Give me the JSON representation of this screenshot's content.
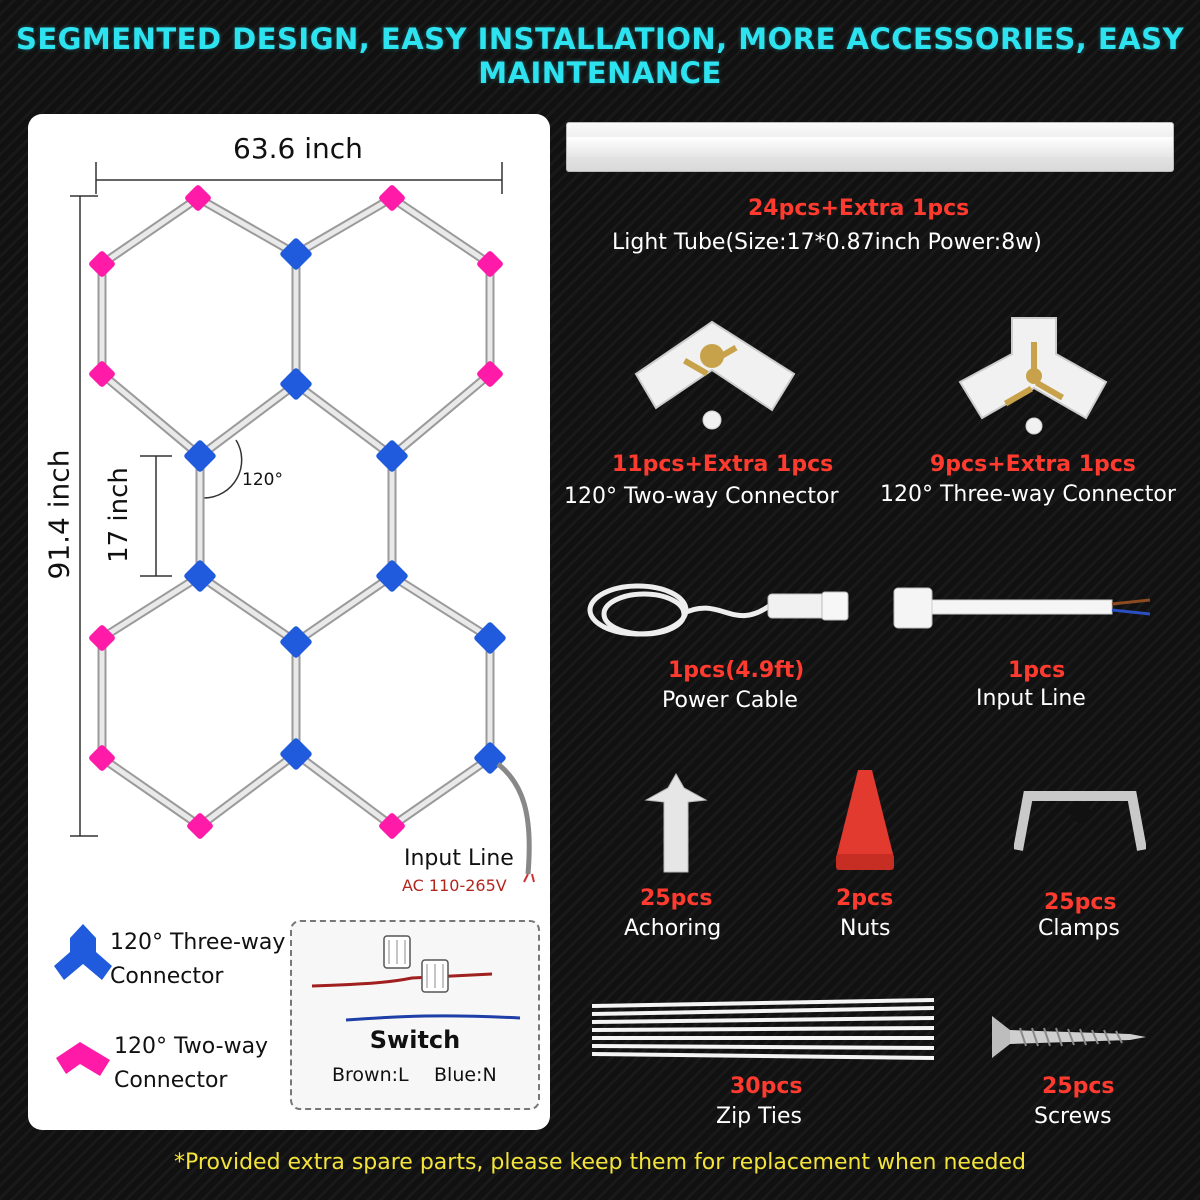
{
  "headline": "SEGMENTED DESIGN, EASY INSTALLATION, MORE ACCESSORIES, EASY MAINTENANCE",
  "footer": "*Provided extra spare parts, please keep them for replacement when needed",
  "diagram": {
    "width_label": "63.6 inch",
    "height_label": "91.4 inch",
    "segment_label": "17 inch",
    "angle_label": "120°",
    "input_line_label": "Input Line",
    "input_voltage": "AC 110-265V",
    "legend_three_way": [
      "120° Three-way",
      "Connector"
    ],
    "legend_two_way": [
      "120° Two-way",
      "Connector"
    ],
    "switch_title": "Switch",
    "switch_brown": "Brown:L",
    "switch_blue": "Blue:N"
  },
  "colors": {
    "three_way": "#1f5bdc",
    "two_way": "#ff1aa8",
    "headline": "#2ee3f0",
    "footer": "#f3e33b",
    "count": "#ff3a2e"
  },
  "accessories": {
    "tube": {
      "count": "24pcs+Extra 1pcs",
      "desc": "Light Tube(Size:17*0.87inch    Power:8w)"
    },
    "two_way": {
      "count": "11pcs+Extra 1pcs",
      "name": "120° Two-way Connector"
    },
    "three_way": {
      "count": "9pcs+Extra 1pcs",
      "name": "120° Three-way Connector"
    },
    "power_cable": {
      "count": "1pcs(4.9ft)",
      "name": "Power Cable"
    },
    "input_line": {
      "count": "1pcs",
      "name": "Input Line"
    },
    "anchoring": {
      "count": "25pcs",
      "name": "Achoring"
    },
    "nuts": {
      "count": "2pcs",
      "name": "Nuts"
    },
    "clamps": {
      "count": "25pcs",
      "name": "Clamps"
    },
    "zip_ties": {
      "count": "30pcs",
      "name": "Zip Ties"
    },
    "screws": {
      "count": "25pcs",
      "name": "Screws"
    }
  }
}
